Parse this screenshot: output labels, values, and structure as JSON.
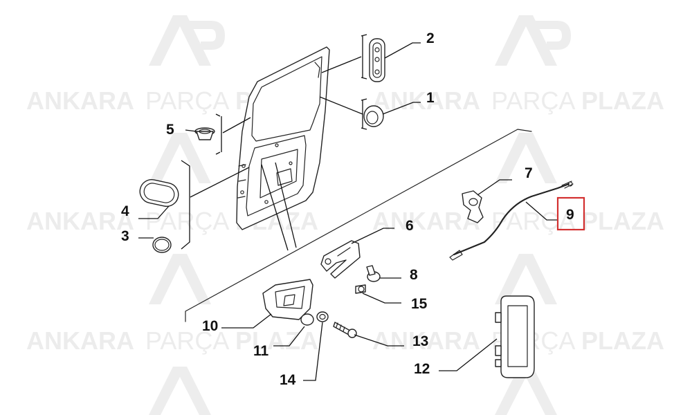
{
  "watermark": {
    "brand_prefix": "ANKARA",
    "brand_middle": "PARÇA",
    "brand_suffix": "PLAZA",
    "logo_letters": "AP",
    "color": "#ececec"
  },
  "highlight_color": "#d32f2f",
  "callouts": {
    "c1": "1",
    "c2": "2",
    "c3": "3",
    "c4": "4",
    "c5": "5",
    "c6": "6",
    "c7": "7",
    "c8": "8",
    "c9": "9",
    "c10": "10",
    "c11": "11",
    "c12": "12",
    "c13": "13",
    "c14": "14",
    "c15": "15"
  },
  "highlighted_callout": "9"
}
